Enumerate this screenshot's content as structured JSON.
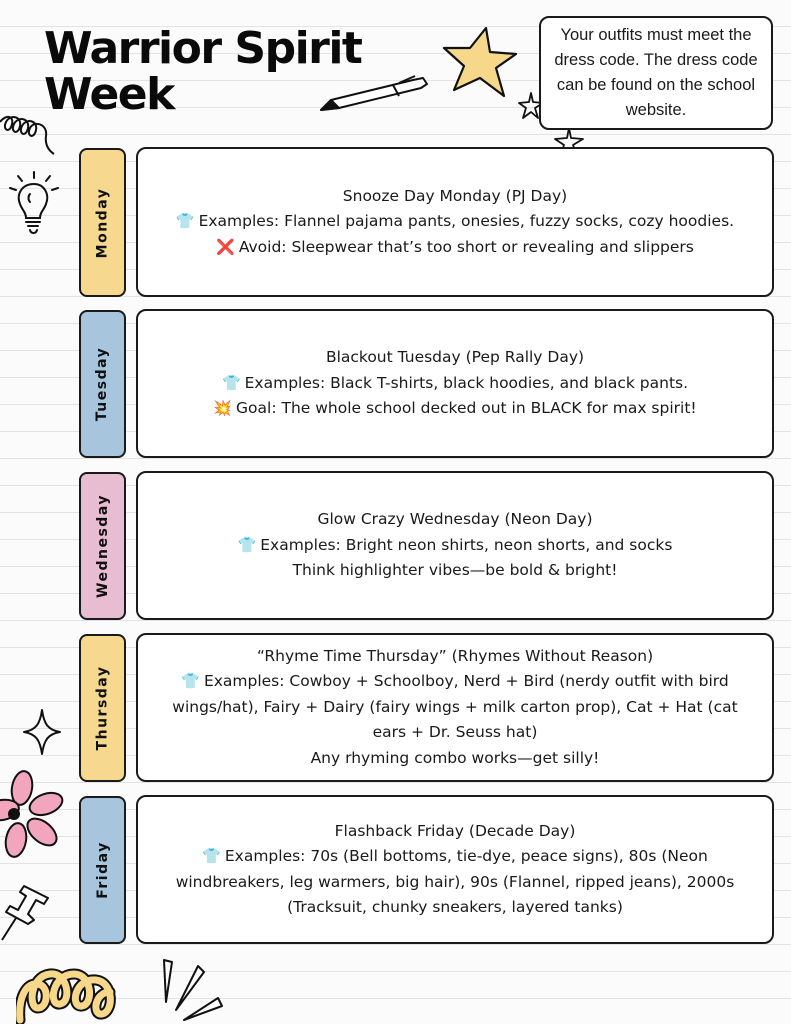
{
  "header": {
    "title_line1": "Warrior Spirit",
    "title_line2": "Week",
    "note": "Your outfits must meet the dress code. The dress code can be found on the school website."
  },
  "colors": {
    "monday": "#f6d98e",
    "tuesday": "#a8c5de",
    "wednesday": "#e8bcd1",
    "thursday": "#f6d98e",
    "friday": "#a8c5de",
    "star": "#f7d88b",
    "flower": "#f2a6bd"
  },
  "icons": {
    "shirt": "👕",
    "avoid": "❌",
    "goal": "💥"
  },
  "days": {
    "monday": {
      "tab": "Monday",
      "title": "Snooze Day Monday (PJ Day)",
      "examples": "Examples: Flannel pajama pants, onesies, fuzzy socks, cozy hoodies.",
      "avoid": "Avoid: Sleepwear that’s too short or revealing and slippers"
    },
    "tuesday": {
      "tab": "Tuesday",
      "title": "Blackout Tuesday (Pep Rally Day)",
      "examples": "Examples: Black T-shirts, black hoodies, and black pants.",
      "goal": "Goal: The whole school decked out in BLACK for max spirit!"
    },
    "wednesday": {
      "tab": "Wednesday",
      "title": "Glow Crazy Wednesday (Neon Day)",
      "examples": "Examples: Bright neon shirts, neon shorts, and socks",
      "extra": "Think highlighter vibes—be bold & bright!"
    },
    "thursday": {
      "tab": "Thursday",
      "title": "“Rhyme Time Thursday” (Rhymes Without Reason)",
      "examples": "Examples: Cowboy + Schoolboy, Nerd + Bird (nerdy outfit with bird wings/hat), Fairy + Dairy (fairy wings + milk carton prop), Cat + Hat (cat ears + Dr. Seuss hat)",
      "extra": "Any rhyming combo works—get silly!"
    },
    "friday": {
      "tab": "Friday",
      "title": "Flashback Friday (Decade Day)",
      "examples": "Examples: 70s (Bell bottoms, tie-dye, peace signs), 80s (Neon windbreakers, leg warmers, big hair), 90s (Flannel, ripped jeans), 2000s (Tracksuit, chunky sneakers, layered tanks)"
    }
  }
}
